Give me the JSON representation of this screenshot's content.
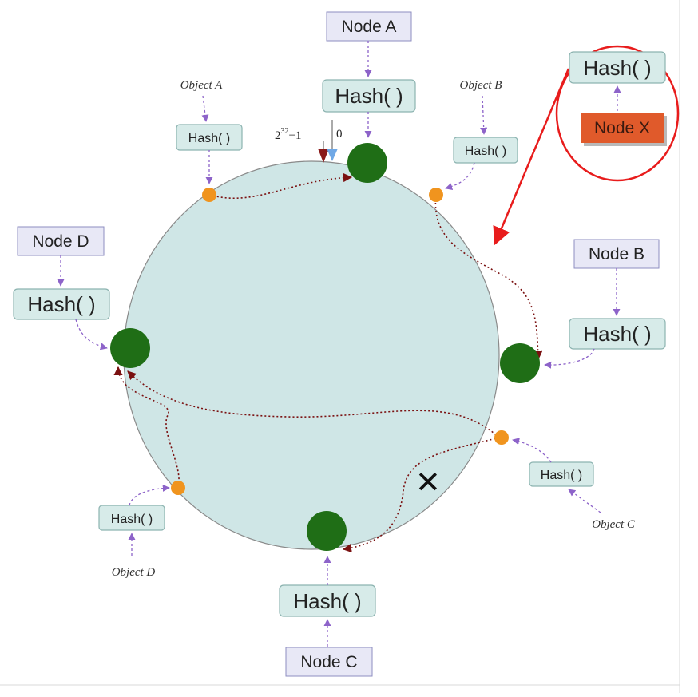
{
  "diagram": {
    "colors": {
      "ring_fill": "#cfe6e6",
      "node_dot": "#1f6e16",
      "object_dot": "#f0941e",
      "box_fill": "#d7ebe9",
      "node_box_fill": "#e8e8f6",
      "arrow": "#8d63c9",
      "dash": "#7a1010",
      "highlight": "#e81c1c",
      "new_node_fill": "#e05a2b"
    },
    "hash_label": "Hash( )",
    "nodes": {
      "a": "Node A",
      "b": "Node B",
      "c": "Node C",
      "d": "Node D",
      "x": "Node X"
    },
    "objects": {
      "a": "Object A",
      "b": "Object B",
      "c": "Object C",
      "d": "Object D"
    },
    "ring_marks": {
      "max_base": "2",
      "max_exp": "32",
      "max_rest": "−1",
      "zero": "0"
    },
    "removed_mark": "✕"
  }
}
